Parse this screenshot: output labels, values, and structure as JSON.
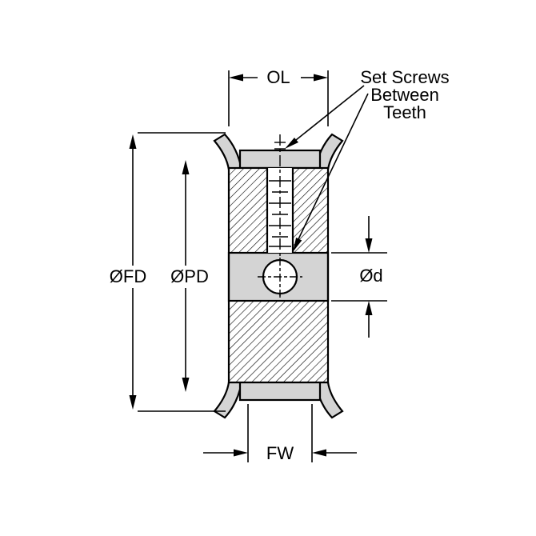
{
  "labels": {
    "ol": "OL",
    "fd": "ØFD",
    "pd": "ØPD",
    "d": "Ød",
    "fw": "FW"
  },
  "annotation": {
    "line1": "Set Screws",
    "line2": "Between",
    "line3": "Teeth"
  },
  "colors": {
    "line": "#000000",
    "fill_light": "#d4d4d4",
    "background": "#ffffff"
  }
}
